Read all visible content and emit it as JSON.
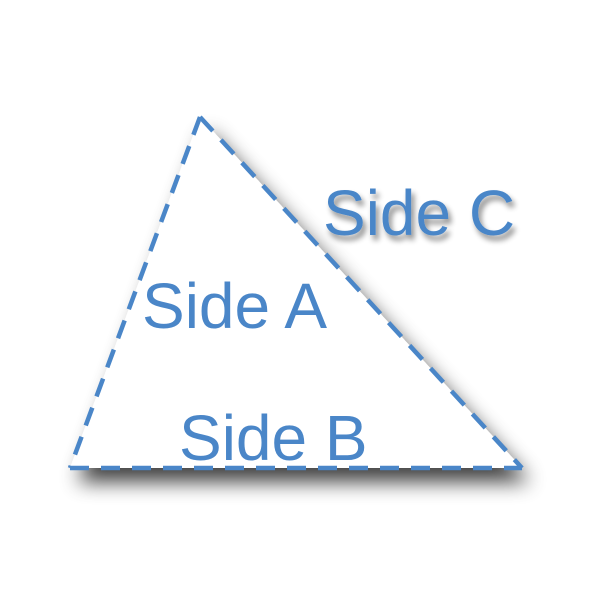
{
  "colors": {
    "stroke": "#4a86c8",
    "text": "#4a86c8",
    "fill": "#ffffff",
    "background": "#ffffff"
  },
  "labels": {
    "side_a": "Side A",
    "side_b": "Side B",
    "side_c": "Side C"
  }
}
